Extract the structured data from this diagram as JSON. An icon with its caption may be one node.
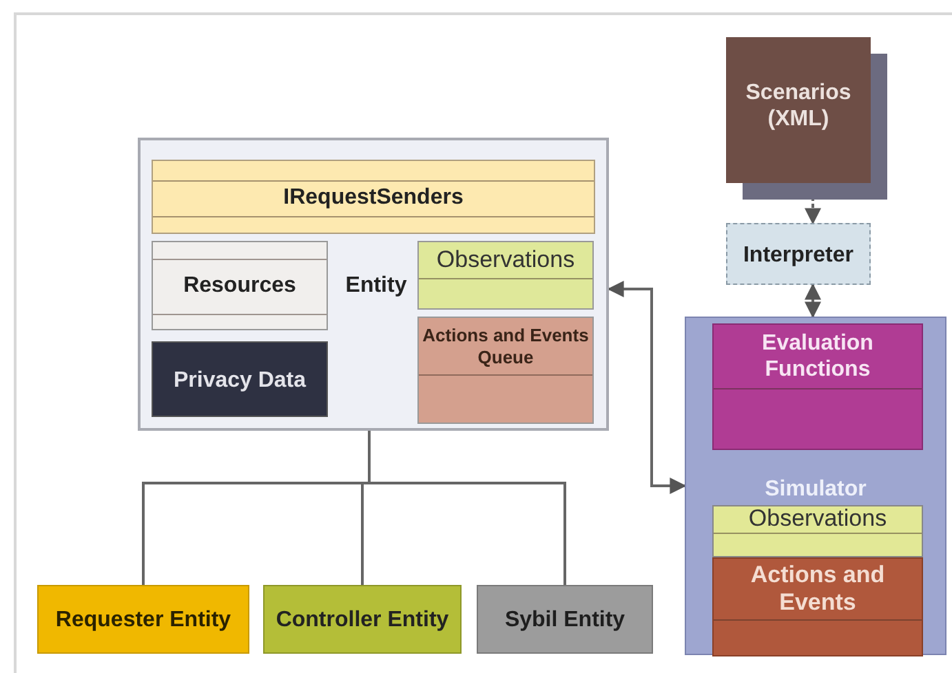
{
  "diagram": {
    "nodes": [
      {
        "text": [
          "Entity"
        ]
      },
      {
        "text": [
          "IRequestSenders"
        ],
        "in": 0
      },
      {
        "text": [
          "Resources"
        ],
        "in": 0
      },
      {
        "text": [
          "Observations"
        ],
        "in": 0
      },
      {
        "text": [
          "Actions and Events Queue"
        ],
        "in": 0
      },
      {
        "text": [
          "Privacy Data"
        ],
        "in": 0
      },
      {
        "text": [
          "Scenarios (XML)"
        ]
      },
      {
        "text": [
          "Interpreter"
        ]
      },
      {
        "text": [
          "Simulator"
        ]
      },
      {
        "text": [
          "Evaluation Functions"
        ],
        "in": 8
      },
      {
        "text": [
          "Observations"
        ],
        "in": 8
      },
      {
        "text": [
          "Actions and Events"
        ],
        "in": 8
      },
      {
        "text": [
          "Requester Entity"
        ]
      },
      {
        "text": [
          "Controller Entity"
        ]
      },
      {
        "text": [
          "Sybil Entity"
        ]
      }
    ],
    "edges": [
      {
        "from": 0,
        "to": 12,
        "arrow": "none"
      },
      {
        "from": 0,
        "to": 13,
        "arrow": "none"
      },
      {
        "from": 0,
        "to": 14,
        "arrow": "none"
      },
      {
        "from": 6,
        "to": 7,
        "arrow": "both",
        "style": "dashed"
      },
      {
        "from": 7,
        "to": 8,
        "arrow": "both",
        "style": "dashed"
      },
      {
        "from": 8,
        "to": 0,
        "arrow": "both"
      }
    ]
  }
}
